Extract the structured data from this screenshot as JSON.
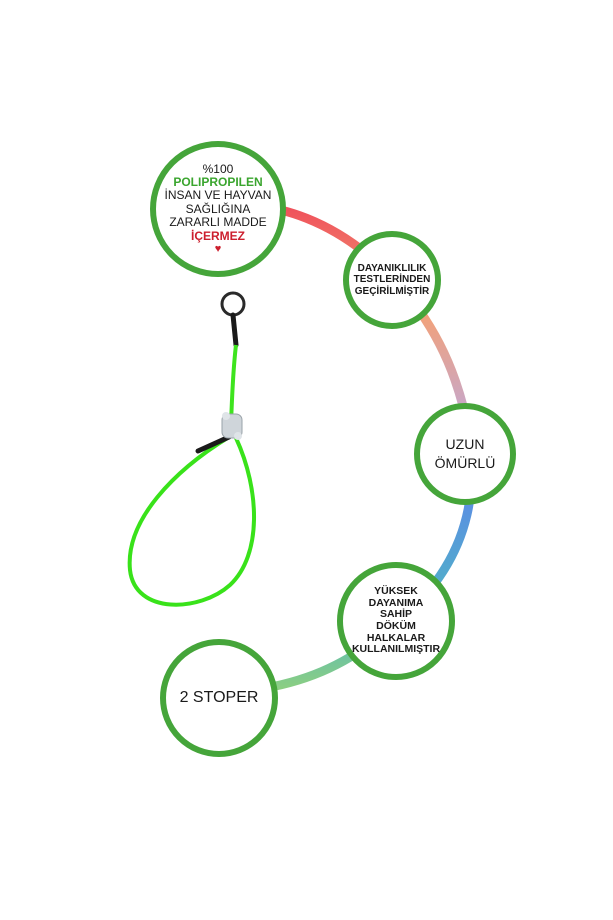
{
  "colors": {
    "badge_border": "#45a53a",
    "highlight_green": "#3aa52e",
    "highlight_red": "#cc1f2e",
    "arc_gradient": [
      "#ef4f5a",
      "#f3a178",
      "#c8a7c8",
      "#5a92e0",
      "#4fb6c4",
      "#8fd07e"
    ],
    "leash_green": "#39e21a"
  },
  "badges": {
    "material": {
      "line1": "%100",
      "line2": "POLIPROPILEN",
      "line3": "İNSAN VE HAYVAN",
      "line4": "SAĞLIĞINA",
      "line5": "ZARARLI MADDE",
      "line6": "İÇERMEZ",
      "heart": "♥"
    },
    "tested": {
      "line1": "DAYANIKLILIK",
      "line2": "TESTLERİNDEN",
      "line3": "GEÇİRİLMİŞTİR"
    },
    "lifetime": {
      "line1": "UZUN",
      "line2": "ÖMÜRLÜ"
    },
    "rings": {
      "line1": "YÜKSEK",
      "line2": "DAYANIMA",
      "line3": "SAHİP",
      "line4": "DÖKÜM",
      "line5": "HALKALAR",
      "line6": "KULLANILMIŞTIR"
    },
    "stopper": {
      "line1": "2 STOPER"
    }
  },
  "product_image": {
    "icon": "slip-leash-icon"
  }
}
